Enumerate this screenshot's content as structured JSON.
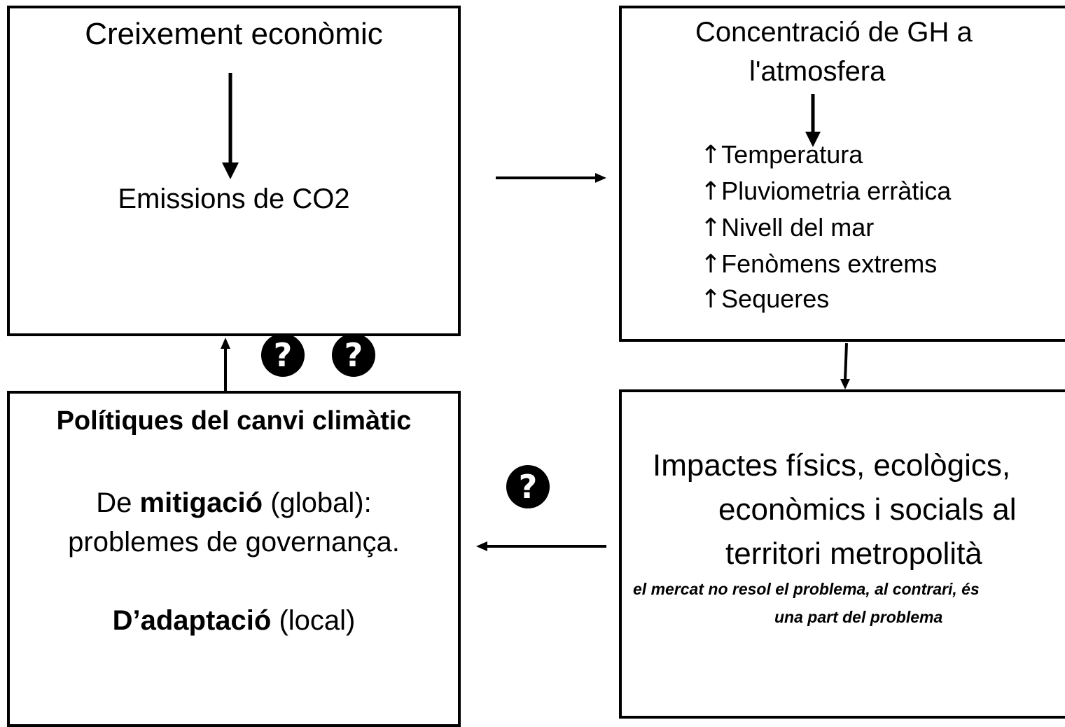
{
  "top_left": {
    "title": "Creixement econòmic",
    "result": "Emissions de CO2"
  },
  "top_right": {
    "title_line1": "Concentració de GH a",
    "title_line2": "l'atmosfera",
    "items": [
      {
        "arrow": "↑",
        "label": "Temperatura"
      },
      {
        "arrow": "↑",
        "label": "Pluviometria erràtica"
      },
      {
        "arrow": "↑",
        "label": "Nivell del mar"
      },
      {
        "arrow": "↑",
        "label": "Fenòmens extrems"
      },
      {
        "arrow": "↑",
        "label": "Sequeres"
      }
    ]
  },
  "bottom_left": {
    "title": "Polítiques del canvi climàtic",
    "mitigation_prefix": "De ",
    "mitigation_bold": "mitigació",
    "mitigation_suffix": " (global):",
    "mitigation_line2": "problemes de governança.",
    "adaptation_bold": "D’adaptació",
    "adaptation_suffix": " (local)"
  },
  "bottom_right": {
    "line1": "Impactes físics, ecològics,",
    "line2": "econòmics i socials al",
    "line3": "territori metropolità",
    "note_line1": "el mercat no resol el problema, al contrari, és",
    "note_line2": "una part del problema"
  },
  "question_marks": [
    "?",
    "?",
    "?"
  ],
  "icons": {
    "question": "question-mark-circle",
    "arrow": "arrow"
  },
  "colors": {
    "stroke": "#000000",
    "background": "#ffffff"
  }
}
